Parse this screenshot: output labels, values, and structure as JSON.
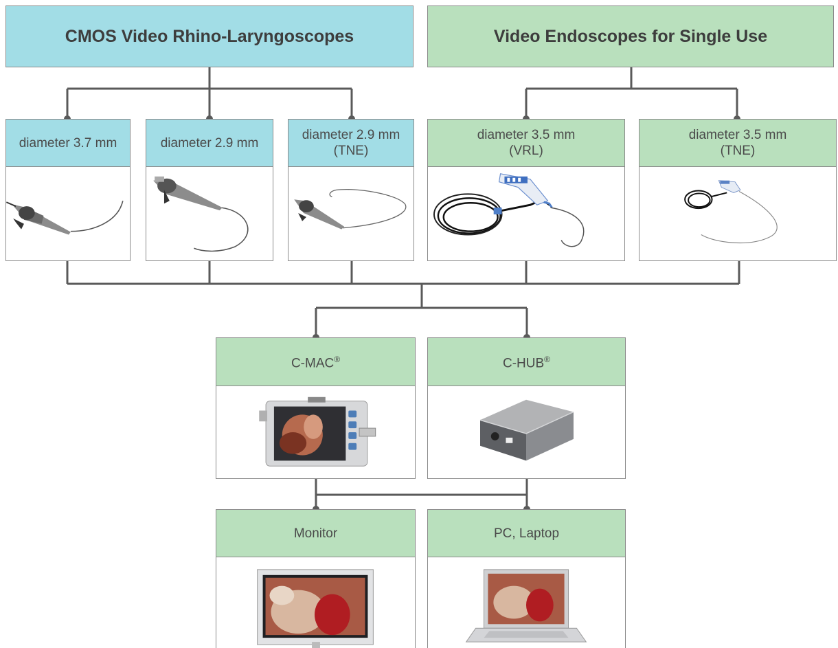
{
  "headers": {
    "cmos": "CMOS Video Rhino-Laryngoscopes",
    "single_use": "Video Endoscopes for Single Use"
  },
  "scopes": [
    {
      "label": "diameter 3.7 mm"
    },
    {
      "label": "diameter 2.9 mm"
    },
    {
      "label": "diameter 2.9 mm\n(TNE)"
    },
    {
      "label": "diameter 3.5 mm\n(VRL)"
    },
    {
      "label": "diameter 3.5 mm\n(TNE)"
    }
  ],
  "hubs": [
    {
      "name": "C-MAC",
      "mark": "®"
    },
    {
      "name": "C-HUB",
      "mark": "®"
    }
  ],
  "outputs": [
    {
      "label": "Monitor"
    },
    {
      "label": "PC, Laptop"
    }
  ],
  "colors": {
    "cyan": "#a2dde6",
    "green": "#b9e0bd",
    "connector": "#5a5a5a"
  },
  "icons": [
    "rhino-laryngoscope-icon",
    "single-use-endoscope-icon",
    "video-monitor-icon",
    "camera-hub-icon",
    "display-icon",
    "laptop-icon"
  ]
}
